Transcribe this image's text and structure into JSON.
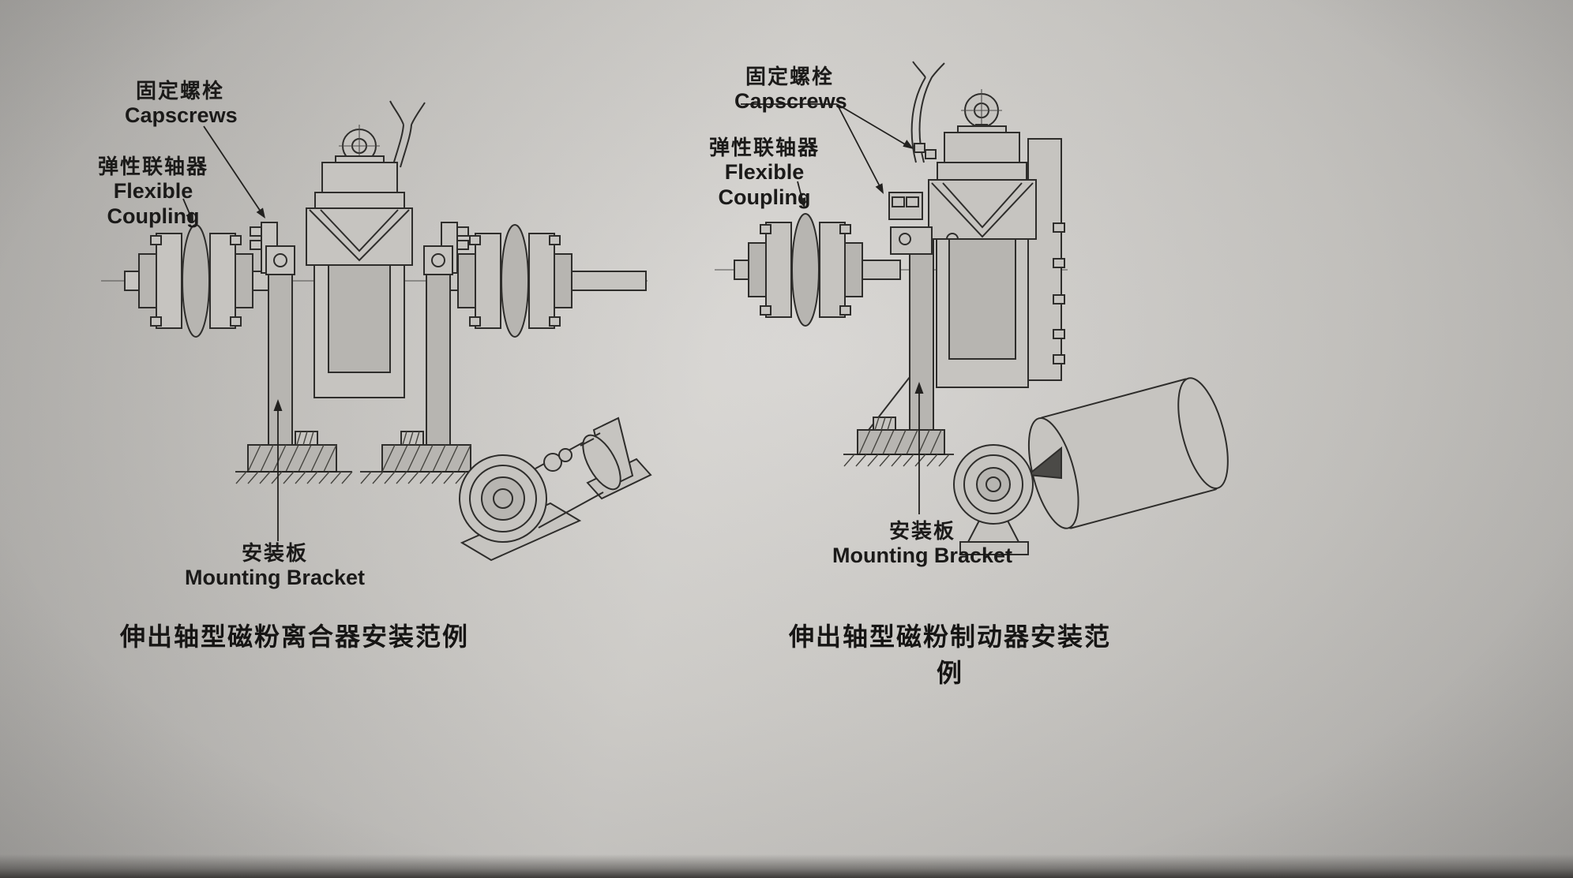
{
  "colors": {
    "paper": "#c9c7c3",
    "ink": "#2e2d2b",
    "shade": "#b7b5b1"
  },
  "left": {
    "labels": {
      "capscrews_zh": "固定螺栓",
      "capscrews_en": "Capscrews",
      "coupling_zh": "弹性联轴器",
      "coupling_en": "Flexible Coupling",
      "bracket_zh": "安装板",
      "bracket_en": "Mounting Bracket"
    },
    "caption": "伸出轴型磁粉离合器安装范例"
  },
  "right": {
    "labels": {
      "capscrews_zh": "固定螺栓",
      "capscrews_en": "Capscrews",
      "coupling_zh": "弹性联轴器",
      "coupling_en": "Flexible Coupling",
      "bracket_zh": "安装板",
      "bracket_en": "Mounting Bracket"
    },
    "caption": "伸出轴型磁粉制动器安装范例"
  }
}
